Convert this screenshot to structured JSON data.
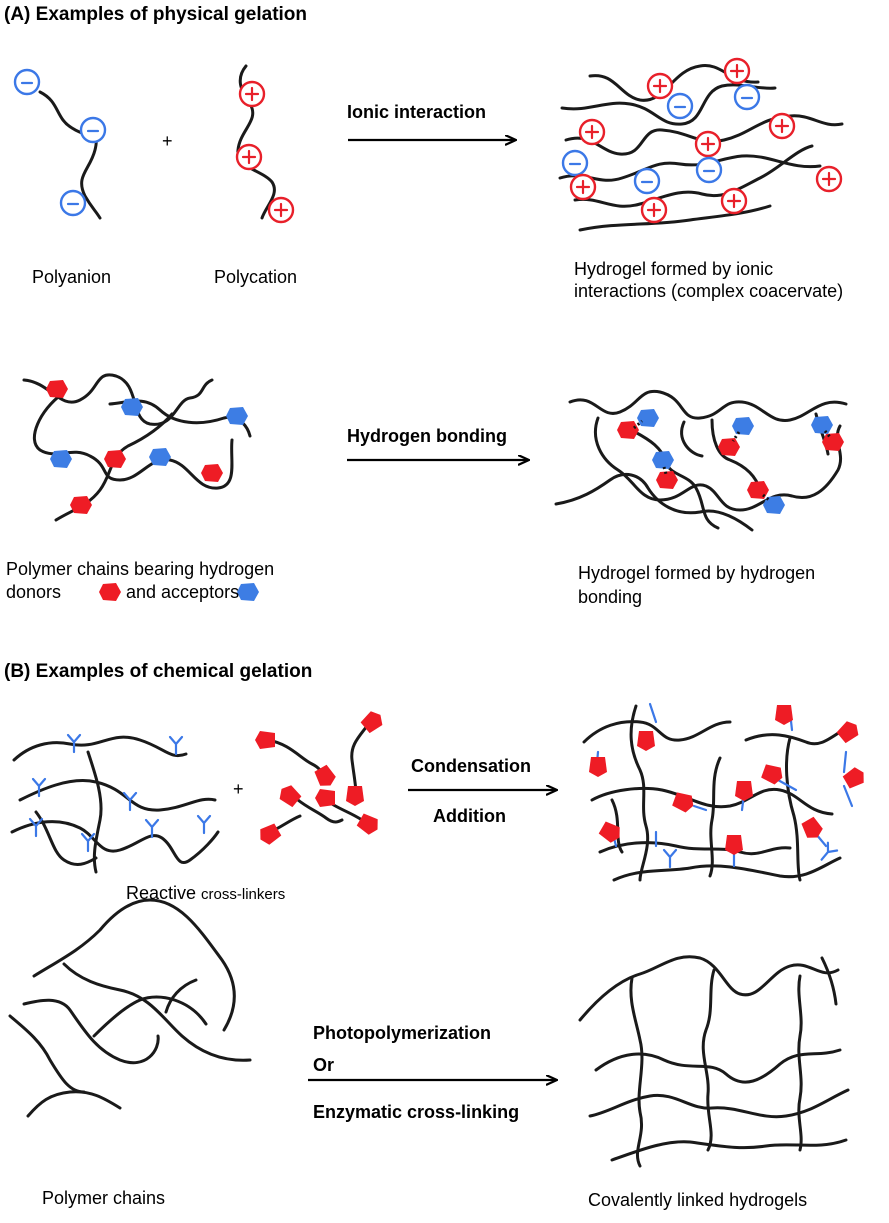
{
  "section_a": {
    "title": "(A) Examples of physical gelation",
    "plus_sign": "+",
    "polyanion_label": "Polyanion",
    "polycation_label": "Polycation",
    "ionic_arrow_label": "Ionic interaction",
    "ionic_result_line1": "Hydrogel formed by ionic",
    "ionic_result_line2": "interactions (complex coacervate)",
    "hbond_arrow_label": "Hydrogen bonding",
    "hbond_left_line1": "Polymer chains bearing hydrogen",
    "hbond_left_line2_part1": "donors",
    "hbond_left_line2_part2": "and acceptors",
    "hbond_result_line1": "Hydrogel formed by hydrogen",
    "hbond_result_line2": "bonding"
  },
  "section_b": {
    "title": "(B) Examples of chemical gelation",
    "plus_sign": "+",
    "crosslinker_label_main": "Reactive",
    "crosslinker_label_small": "cross-linkers",
    "condensation_label": "Condensation",
    "addition_label": "Addition",
    "photo_label": "Photopolymerization",
    "or_label": "Or",
    "enzymatic_label": "Enzymatic cross-linking",
    "polymer_chains_label": "Polymer chains",
    "covalent_label": "Covalently linked hydrogels"
  },
  "icons": {
    "anion": "minus-circle-icon",
    "cation": "plus-circle-icon",
    "donor": "red-hexagon-icon",
    "acceptor": "blue-hexagon-icon",
    "reactive_group": "y-linker-icon",
    "crosslinker_end": "red-pentagon-icon"
  },
  "colors": {
    "anion": "#3b78e7",
    "cation": "#e8202a",
    "donor": "#ee1c25",
    "acceptor": "#3d7de4",
    "chain": "#1a1a1a"
  }
}
